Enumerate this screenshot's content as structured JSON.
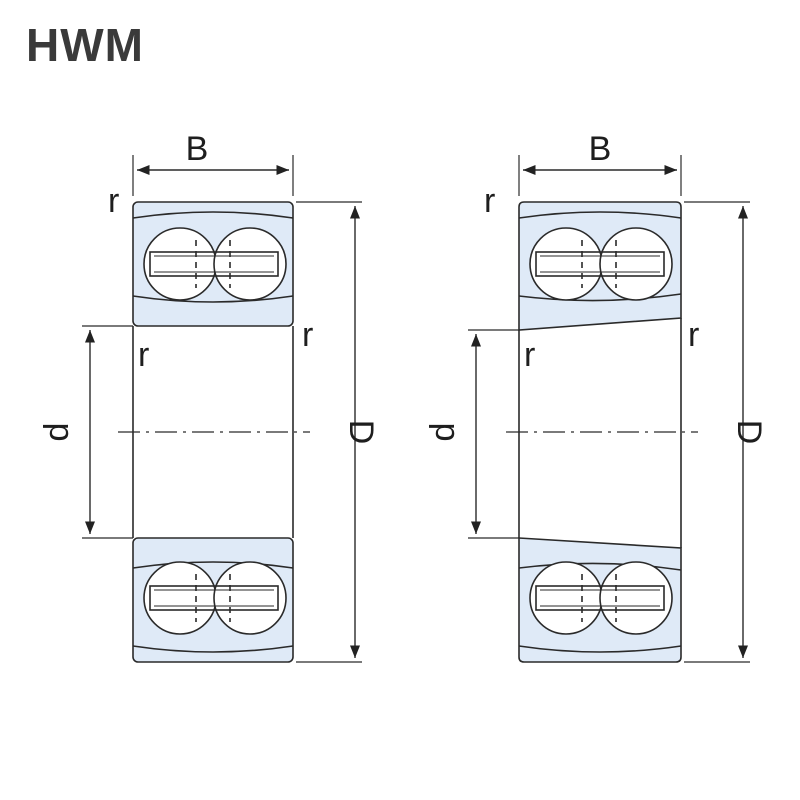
{
  "brand": "HWM",
  "colors": {
    "ring_fill": "#dfeaf7",
    "outline": "#2a2a2a",
    "background": "#ffffff",
    "brand_text": "#3a3a3a"
  },
  "drawings": [
    {
      "name": "cylindrical-bore",
      "labels": {
        "width": "B",
        "outer_diameter": "D",
        "bore_diameter": "d",
        "chamfer": "r"
      }
    },
    {
      "name": "tapered-bore",
      "labels": {
        "width": "B",
        "outer_diameter": "D",
        "bore_diameter": "d",
        "chamfer": "r"
      }
    }
  ]
}
